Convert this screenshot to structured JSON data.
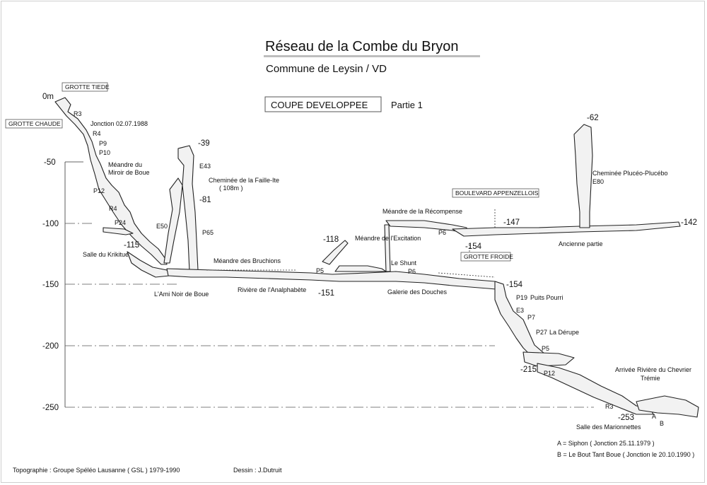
{
  "title": "Réseau de la Combe du Bryon",
  "subtitle": "Commune de Leysin / VD",
  "section_label": "COUPE DEVELOPPEE",
  "part_label": "Partie 1",
  "depth_axis": [
    "-50",
    "-100",
    "-150",
    "-200",
    "-250"
  ],
  "entrances": {
    "grotte_tiede": "GROTTE TIEDE",
    "grotte_chaude": "GROTTE CHAUDE",
    "boulevard": "BOULEVARD APPENZELLOIS",
    "grotte_froide": "GROTTE FROIDE"
  },
  "depths": {
    "zero": "0m",
    "m39": "-39",
    "m81": "-81",
    "m115": "-115",
    "m118": "-118",
    "m151": "-151",
    "m147": "-147",
    "m154a": "-154",
    "m154b": "-154",
    "m62": "-62",
    "m142": "-142",
    "m215": "-215",
    "m253": "-253"
  },
  "labels": {
    "r3a": "R3",
    "jonction": "Jonction 02.07.1988",
    "r4a": "R4",
    "p9": "P9",
    "p10": "P10",
    "meandre_miroir_1": "Méandre du",
    "meandre_miroir_2": "Miroir de Boue",
    "p12a": "P12",
    "r4b": "R4",
    "p24": "P24",
    "salle_krikitue": "Salle du Krikitue",
    "e50": "E50",
    "e43": "E43",
    "cheminee_faille_1": "Cheminée de la Faille-Ite",
    "cheminee_faille_2": "( 108m )",
    "p65": "P65",
    "meandre_bruchions": "Méandre des Bruchions",
    "ami_noir": "L'Ami Noir de Boue",
    "riviere": "Rivière de l'Analphabète",
    "p5a": "P5",
    "meandre_excitation": "Méandre de l'Excitation",
    "le_shunt": "Le Shunt",
    "p6a": "P6",
    "galerie_douches": "Galerie des Douches",
    "meandre_recompense": "Méandre de la Récompense",
    "p6b": "P6",
    "ancienne_partie": "Ancienne partie",
    "cheminee_pluceo_1": "Cheminée Plucéo-Plucébo",
    "e80": "E80",
    "p19": "P19",
    "puits_pourri": "Puits Pourri",
    "e3": "E3",
    "p7": "P7",
    "p27": "P27",
    "la_derupe": "La Dérupe",
    "p5b": "P5",
    "p12b": "P12",
    "arrivee_1": "Arrivée Rivière du Chevrier",
    "tremie": "Trémie",
    "r3b": "R3",
    "a": "A",
    "b": "B",
    "salle_marionnettes": "Salle des Marionnettes"
  },
  "legend": {
    "a": "A = Siphon   ( Jonction 25.11.1979 )",
    "b": "B = Le Bout Tant Boue   ( Jonction le 20.10.1990 )"
  },
  "credits": {
    "topo": "Topographie  :  Groupe Spéléo Lausanne  ( GSL )   1979-1990",
    "dessin": "Dessin  :  J.Dutruit"
  }
}
